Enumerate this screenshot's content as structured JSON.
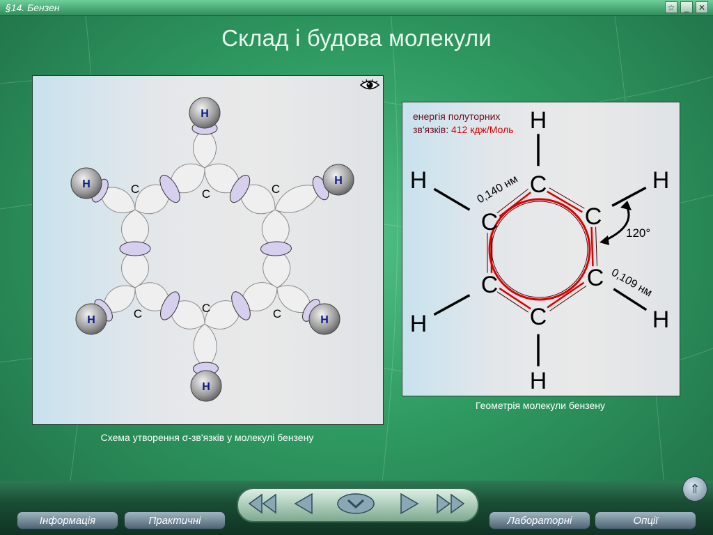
{
  "window": {
    "title": "§14. Бензен",
    "buttons": [
      "☆",
      "_",
      "✕"
    ]
  },
  "page_title": "Склад і будова молекули",
  "left_panel": {
    "caption": "Схема утворення σ-зв'язків у молекулі бензену",
    "atoms_h": [
      "H",
      "H",
      "H",
      "H",
      "H",
      "H"
    ],
    "atoms_c": [
      "C",
      "C",
      "C",
      "C",
      "C",
      "C"
    ]
  },
  "right_panel": {
    "caption": "Геометрія молекули бензену",
    "energy_label": "енергія полуторних",
    "energy_label2": "зв'язків: ",
    "energy_value": "412 кдж/Моль",
    "bond_cc": "0,140 нм",
    "bond_ch": "0,109 нм",
    "angle": "120°",
    "atoms_h": [
      "H",
      "H",
      "H",
      "H",
      "H",
      "H"
    ],
    "atoms_c": [
      "C",
      "C",
      "C",
      "C",
      "C",
      "C"
    ]
  },
  "bottom_buttons": {
    "info": "Інформація",
    "practical": "Практичні",
    "lab": "Лабораторні",
    "options": "Опції"
  },
  "colors": {
    "accent_red": "#d80000",
    "h_text": "#0a1a8a",
    "lobe_fill": "#d6cfee"
  }
}
